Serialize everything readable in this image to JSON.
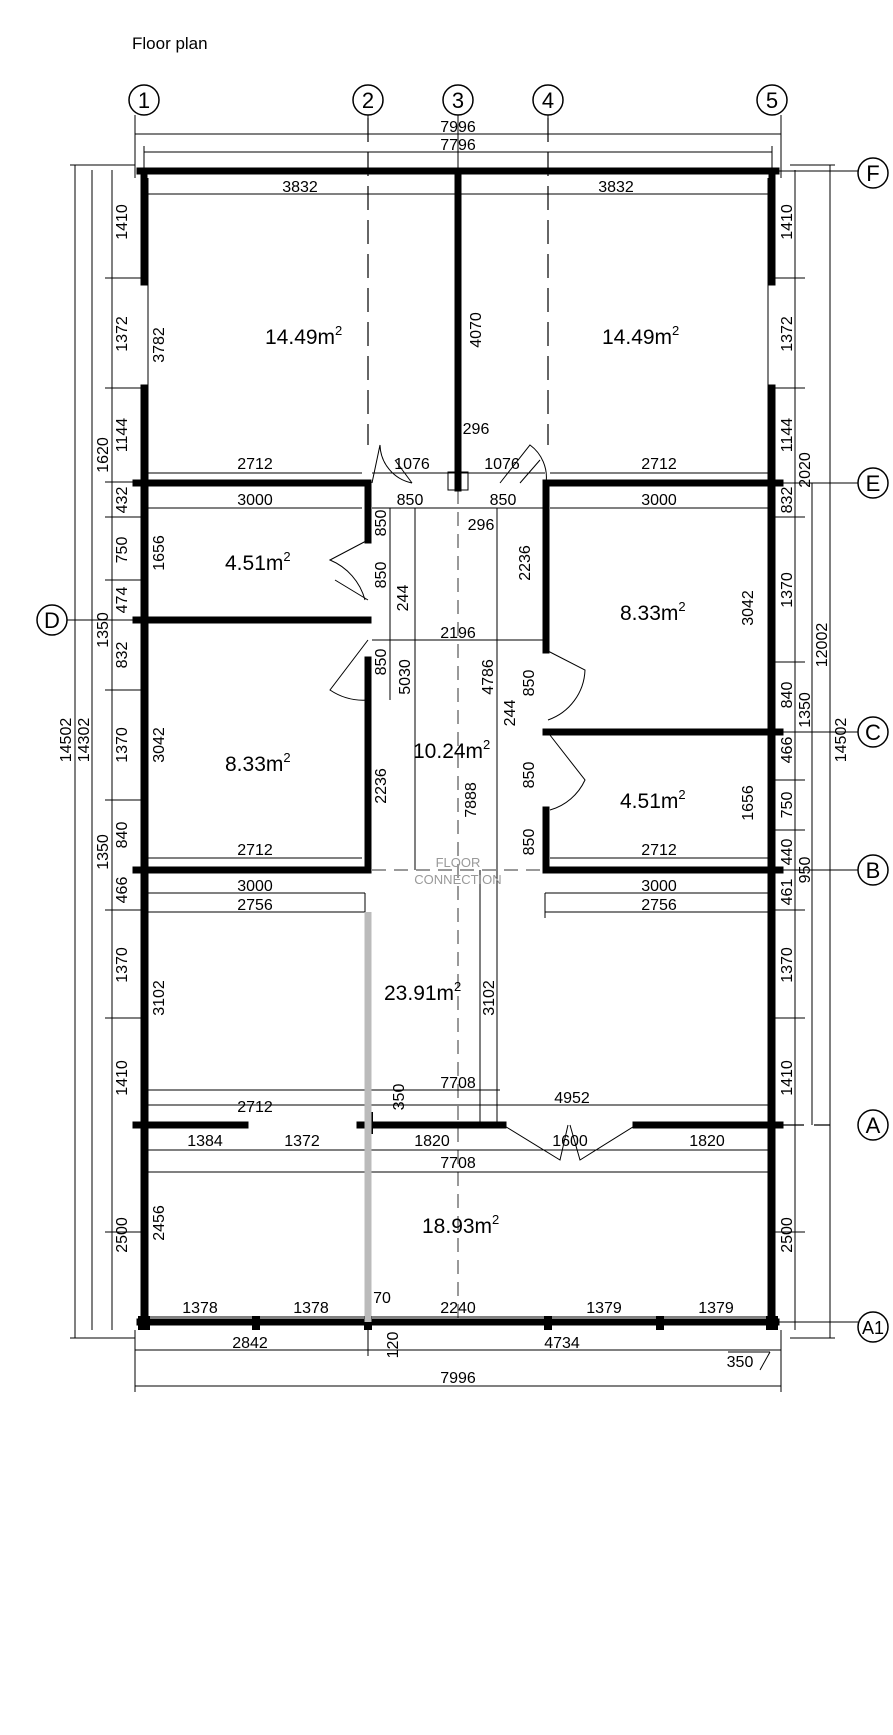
{
  "title": "Floor plan",
  "axes": {
    "columns": [
      "1",
      "2",
      "3",
      "4",
      "5"
    ],
    "rows": [
      "F",
      "E",
      "D",
      "C",
      "B",
      "A",
      "A1"
    ]
  },
  "rooms": [
    {
      "area": "14.49m",
      "sup": "2"
    },
    {
      "area": "14.49m",
      "sup": "2"
    },
    {
      "area": "4.51m",
      "sup": "2"
    },
    {
      "area": "8.33m",
      "sup": "2"
    },
    {
      "area": "8.33m",
      "sup": "2"
    },
    {
      "area": "10.24m",
      "sup": "2"
    },
    {
      "area": "4.51m",
      "sup": "2"
    },
    {
      "area": "23.91m",
      "sup": "2"
    },
    {
      "area": "18.93m",
      "sup": "2"
    }
  ],
  "labels": {
    "floor_connection_1": "FLOOR",
    "floor_connection_2": "CONNECTION"
  },
  "dims": {
    "top_total": "7996",
    "top_inner": "7796",
    "top_left": "3832",
    "top_right": "3832",
    "bottom_total": "7996",
    "bottom_left": "2842",
    "bottom_right": "4734",
    "bottom_350": "350",
    "bottom_120": "120",
    "bottom_70": "70",
    "row_1378a": "1378",
    "row_1378b": "1378",
    "row_2240": "2240",
    "row_1379a": "1379",
    "row_1379b": "1379",
    "row_7708a": "7708",
    "row_7708b": "7708",
    "row_4952": "4952",
    "row_2712_a": "2712",
    "row_350": "350",
    "row_1384": "1384",
    "row_1372": "1372",
    "row_1820a": "1820",
    "row_1600": "1600",
    "row_1820b": "1820",
    "e_2712l": "2712",
    "e_3000l": "3000",
    "e_1076l": "1076",
    "e_1076r": "1076",
    "e_850l": "850",
    "e_850r": "850",
    "e_296a": "296",
    "e_296b": "296",
    "e_2712r": "2712",
    "e_3000r": "3000",
    "b_2712l": "2712",
    "b_3000l": "3000",
    "b_2756l": "2756",
    "b_2712r": "2712",
    "b_3000r": "3000",
    "b_2756r": "2756",
    "d_2196": "2196",
    "v_3782": "3782",
    "v_4070": "4070",
    "v_1656l": "1656",
    "v_3042l": "3042",
    "v_3102l": "3102",
    "v_2456": "2456",
    "v_850a": "850",
    "v_850b": "850",
    "v_850c": "850",
    "v_244l": "244",
    "v_5030": "5030",
    "v_2236l": "2236",
    "v_2236r": "2236",
    "v_4786": "4786",
    "v_7888": "7888",
    "v_244r": "244",
    "v_850d": "850",
    "v_850e": "850",
    "v_850f": "850",
    "v_3042r": "3042",
    "v_1656r": "1656",
    "v_3102r": "3102",
    "l_1410a": "1410",
    "l_1372": "1372",
    "l_1144": "1144",
    "l_1620": "1620",
    "l_432": "432",
    "l_750": "750",
    "l_474": "474",
    "l_1350a": "1350",
    "l_832": "832",
    "l_1370a": "1370",
    "l_840": "840",
    "l_1350b": "1350",
    "l_466": "466",
    "l_1370b": "1370",
    "l_1410b": "1410",
    "l_2500": "2500",
    "l_14502": "14502",
    "l_14302": "14302",
    "r_1410a": "1410",
    "r_1372": "1372",
    "r_1144": "1144",
    "r_2020": "2020",
    "r_832": "832",
    "r_1370a": "1370",
    "r_12002": "12002",
    "r_840": "840",
    "r_1350": "1350",
    "r_466": "466",
    "r_750": "750",
    "r_440": "440",
    "r_950": "950",
    "r_461": "461",
    "r_1370b": "1370",
    "r_1410b": "1410",
    "r_2500": "2500",
    "r_14502": "14502"
  }
}
